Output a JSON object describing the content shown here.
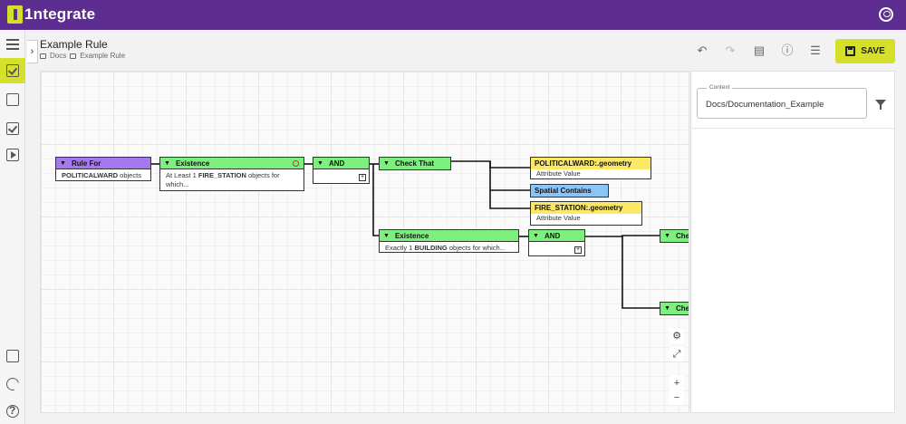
{
  "app": {
    "logo": "1ntegrate"
  },
  "header": {
    "title": "Example Rule",
    "breadcrumbs": [
      "Docs",
      "Example Rule"
    ],
    "save_label": "SAVE"
  },
  "toolbar": {
    "icons": [
      "undo-icon",
      "redo-icon",
      "comment-icon",
      "info-icon",
      "list-icon",
      "save-icon"
    ]
  },
  "rail": {
    "icons": [
      "list-icon",
      "rule-check-icon",
      "document-icon",
      "checklist-icon",
      "play-icon",
      "report-icon",
      "dark-mode-icon",
      "help-icon"
    ]
  },
  "diagram": {
    "nodes": [
      {
        "id": "rule_for",
        "header": "Rule For",
        "body_bold": "POLITICALWARD",
        "body_rest": " objects"
      },
      {
        "id": "existence1",
        "header": "Existence",
        "body_pre": "At Least 1 ",
        "body_bold": "FIRE_STATION",
        "body_rest": " objects for which..."
      },
      {
        "id": "and1",
        "header": "AND"
      },
      {
        "id": "check_that",
        "header": "Check That"
      },
      {
        "id": "attr1",
        "header": "POLITICALWARD:.geometry",
        "body": "Attribute Value"
      },
      {
        "id": "spatial",
        "header": "Spatial Contains"
      },
      {
        "id": "attr2",
        "header": "FIRE_STATION:.geometry",
        "body": "Attribute Value"
      },
      {
        "id": "existence2",
        "header": "Existence",
        "body_pre": "Exactly 1 ",
        "body_bold": "BUILDING",
        "body_rest": " objects for which..."
      },
      {
        "id": "and2",
        "header": "AND"
      },
      {
        "id": "che1",
        "header": "Che"
      },
      {
        "id": "che2",
        "header": "Che"
      }
    ],
    "zoom_controls": [
      "+",
      "−"
    ]
  },
  "panel": {
    "context_label": "Context",
    "context_value": "Docs/Documentation_Example"
  },
  "colors": {
    "brand": "#5e2d91",
    "accent": "#d4e02a",
    "rule_for": "#a678f0",
    "logic": "#7cf07c",
    "attribute": "#fbe866",
    "operator": "#8cc4f5"
  }
}
